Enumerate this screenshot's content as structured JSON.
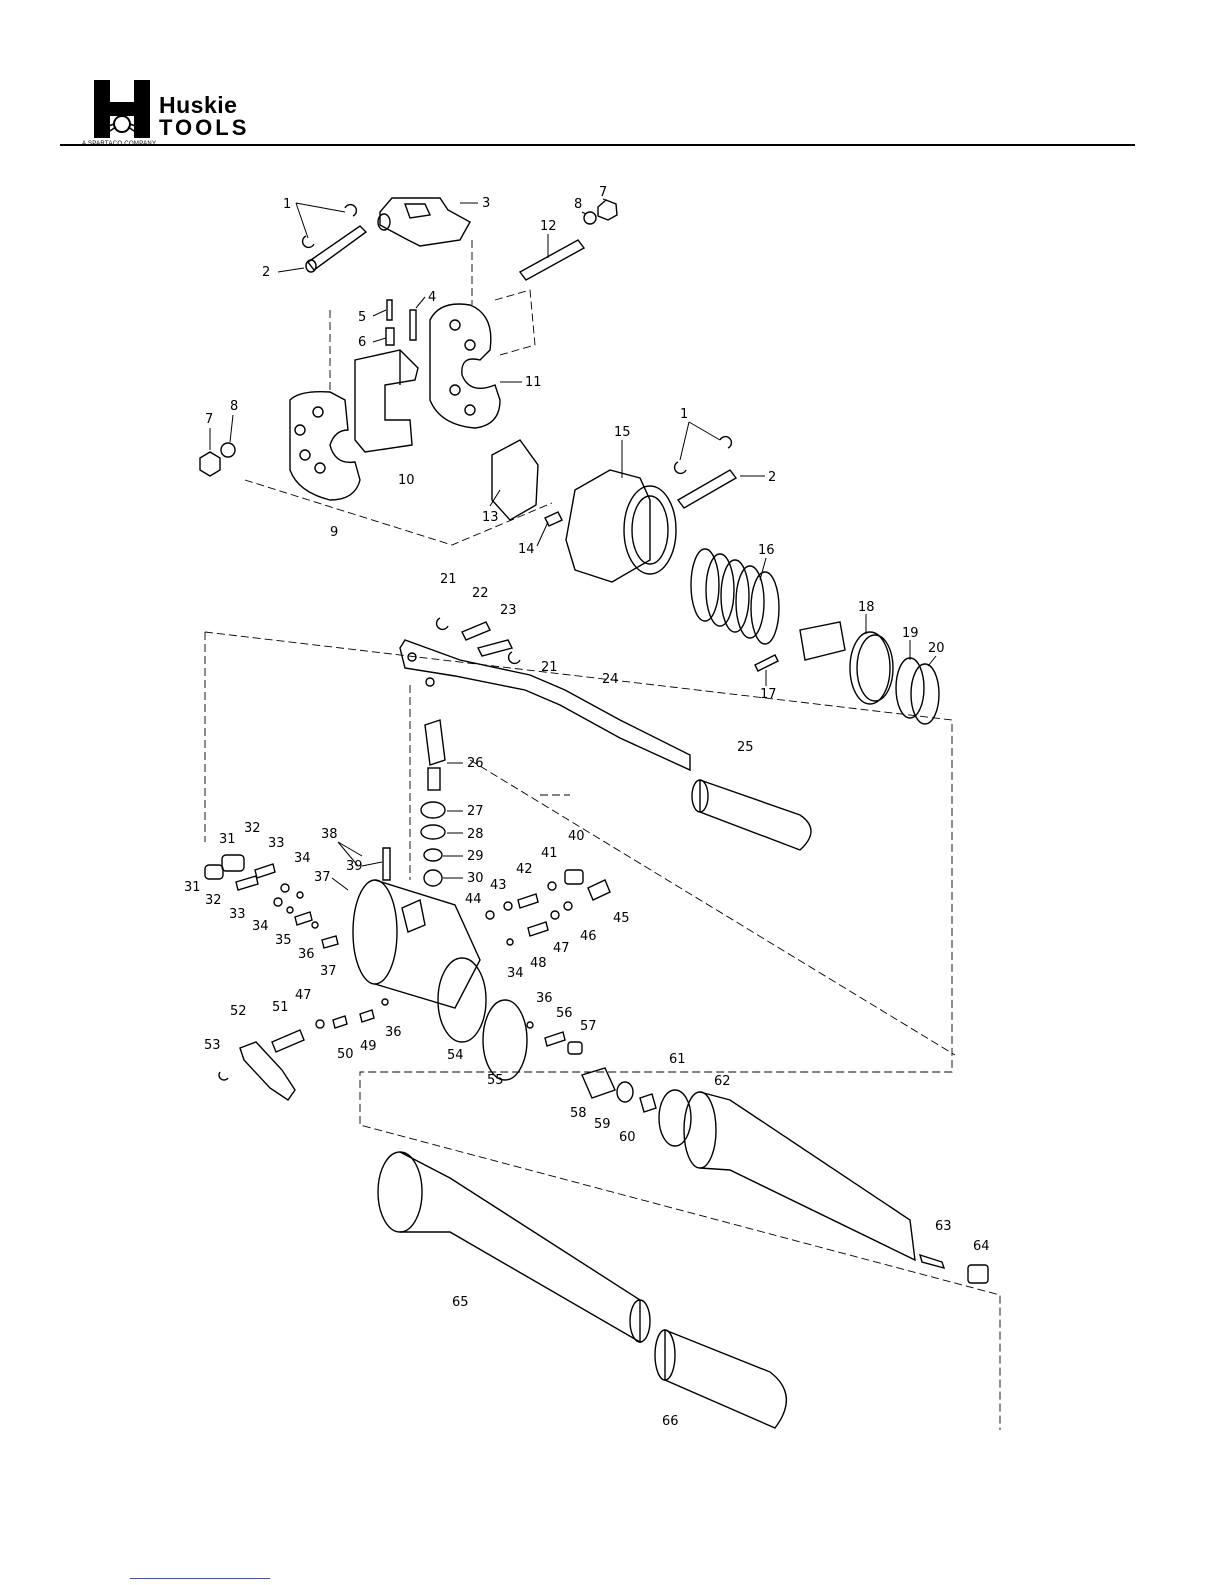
{
  "header": {
    "brand_line1": "Huskie",
    "brand_line2": "TOOLS",
    "tagline": "A SPARTACO COMPANY"
  },
  "callouts": {
    "c1a": "1",
    "c2a": "2",
    "c3": "3",
    "c4": "4",
    "c5": "5",
    "c6": "6",
    "c7a": "7",
    "c8a": "8",
    "c7b": "7",
    "c8b": "8",
    "c9": "9",
    "c10": "10",
    "c11": "11",
    "c12": "12",
    "c13": "13",
    "c14": "14",
    "c15": "15",
    "c1b": "1",
    "c2b": "2",
    "c16": "16",
    "c17": "17",
    "c18": "18",
    "c19": "19",
    "c20": "20",
    "c21a": "21",
    "c22": "22",
    "c23": "23",
    "c21b": "21",
    "c24": "24",
    "c25": "25",
    "c26": "26",
    "c27": "27",
    "c28": "28",
    "c29": "29",
    "c30": "30",
    "c31a": "31",
    "c32a": "32",
    "c33a": "33",
    "c34a": "34",
    "c38": "38",
    "c39": "39",
    "c37a": "37",
    "c31b": "31",
    "c32b": "32",
    "c33b": "33",
    "c34b": "34",
    "c35": "35",
    "c36a": "36",
    "c37b": "37",
    "c40": "40",
    "c41": "41",
    "c42": "42",
    "c43": "43",
    "c44": "44",
    "c45": "45",
    "c46": "46",
    "c47a": "47",
    "c48": "48",
    "c34c": "34",
    "c36b": "36",
    "c56": "56",
    "c57": "57",
    "c52": "52",
    "c51": "51",
    "c47b": "47",
    "c53": "53",
    "c50": "50",
    "c49": "49",
    "c36c": "36",
    "c54": "54",
    "c55": "55",
    "c58": "58",
    "c59": "59",
    "c60": "60",
    "c61": "61",
    "c62": "62",
    "c63": "63",
    "c64": "64",
    "c65": "65",
    "c66": "66"
  }
}
